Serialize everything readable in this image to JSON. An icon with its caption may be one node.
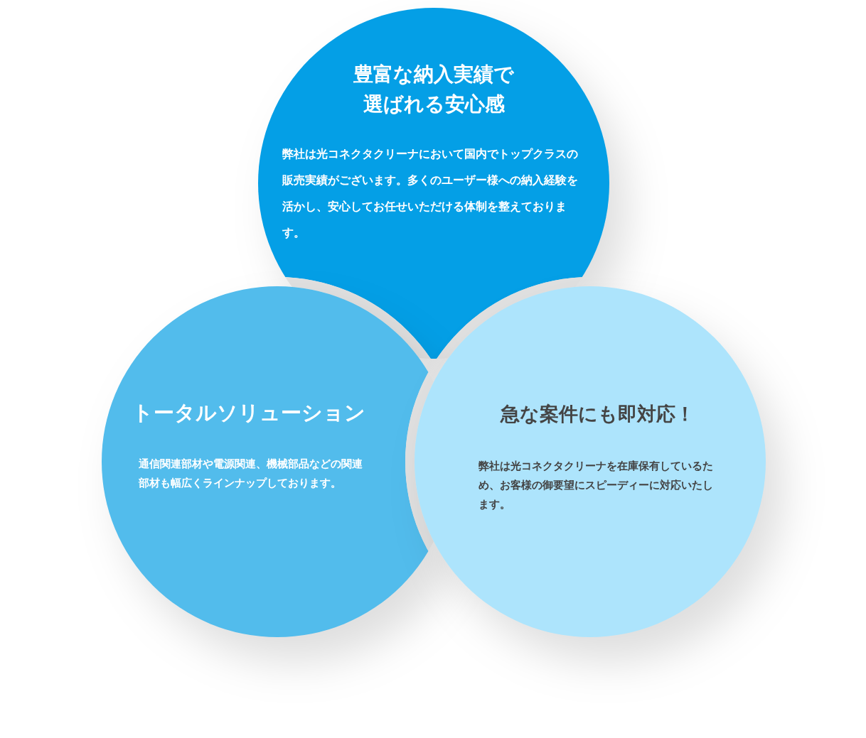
{
  "diagram": {
    "nodes": [
      {
        "text": [
          "豊富な納入実績で選ばれる安心感",
          "弊社は光コネクタクリーナにおいて国内でトップクラスの販売実績がございます。多くのユーザー様への納入経験を活かし、安心してお任せいただける体制を整えております。"
        ]
      },
      {
        "text": [
          "トータルソリューション",
          "通信関連部材や電源関連、機械部品などの関連部材も幅広くラインナップしております。"
        ]
      },
      {
        "text": [
          "急な案件にも即対応！",
          "弊社は光コネクタクリーナを在庫保有しているため、お客様の御要望にスピーディーに対応いたします。"
        ]
      }
    ]
  }
}
